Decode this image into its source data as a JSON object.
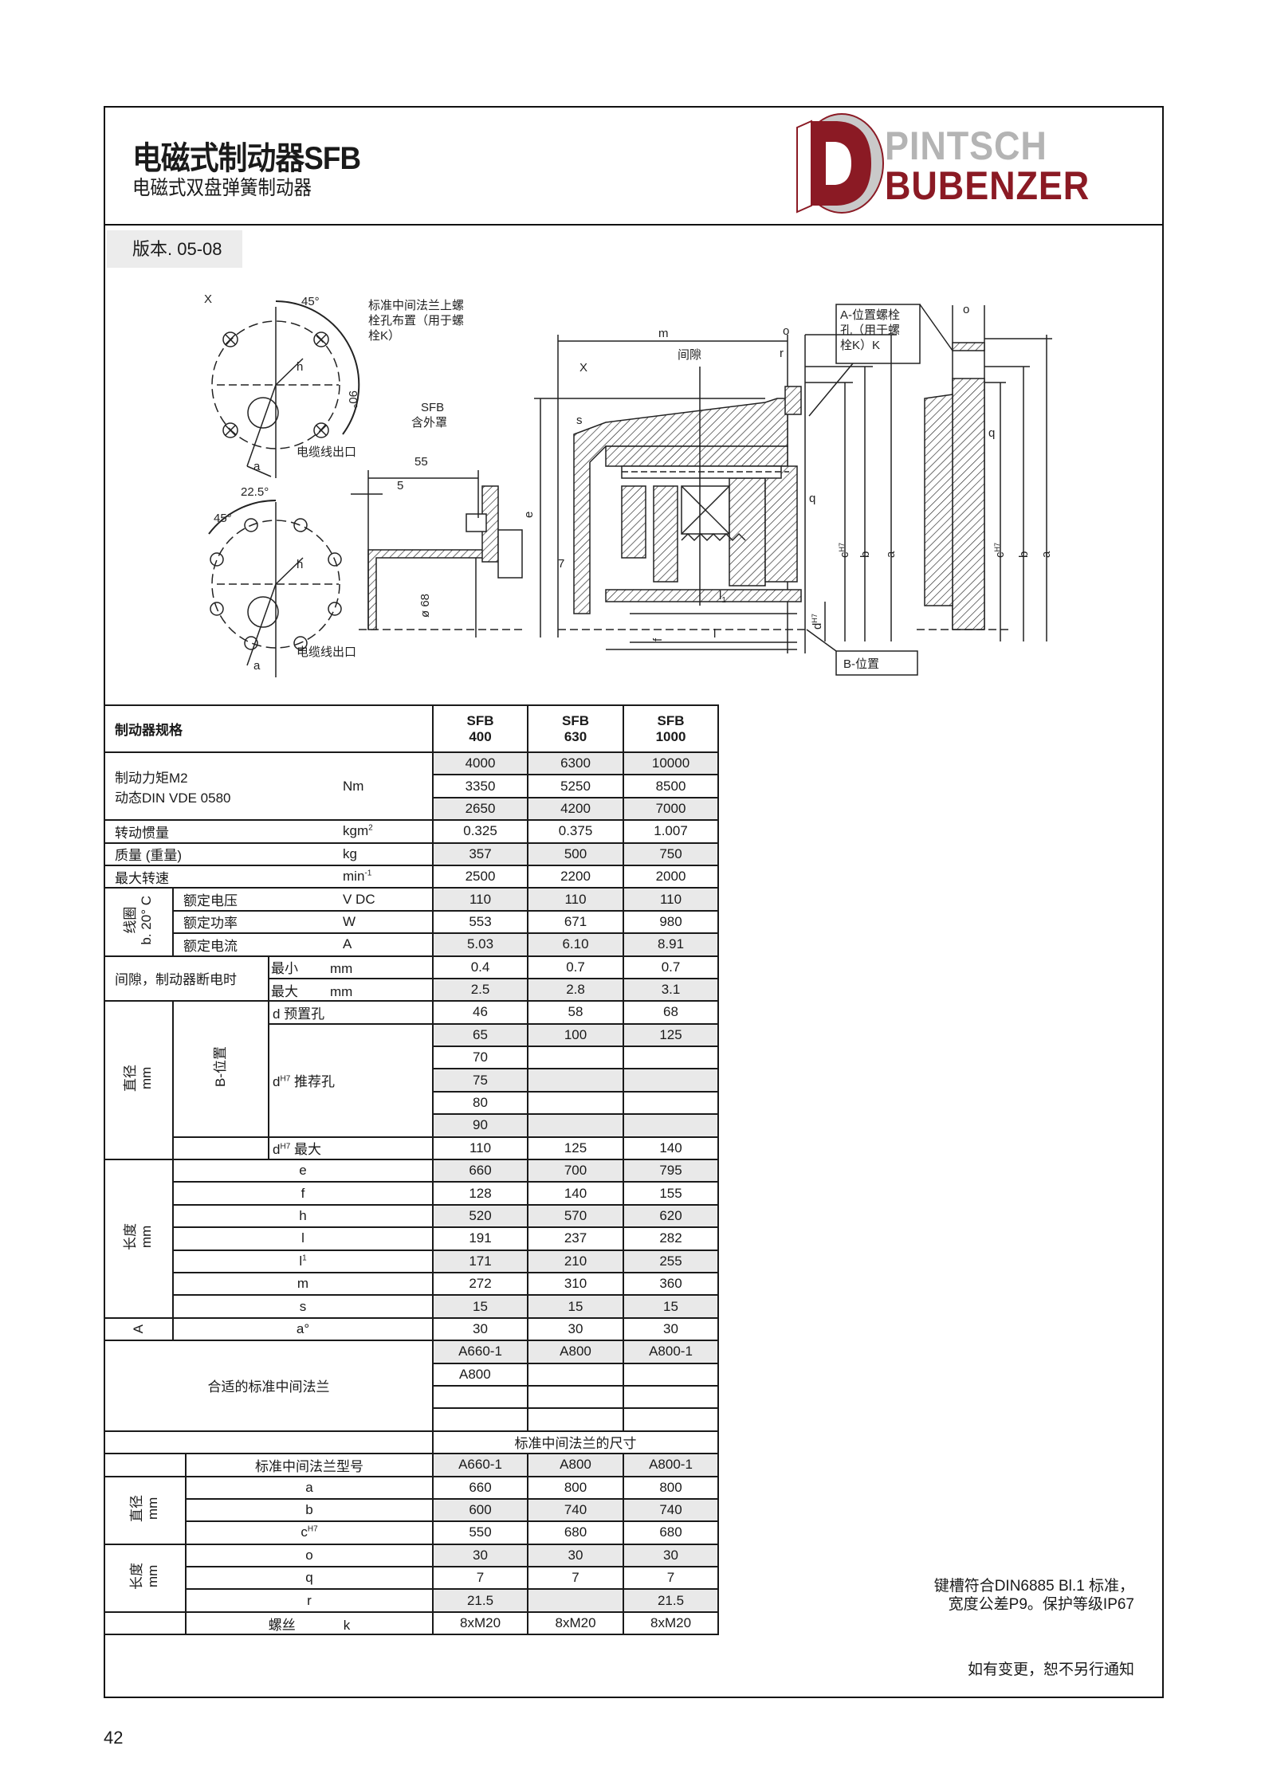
{
  "header": {
    "title": "电磁式制动器SFB",
    "subtitle": "电磁式双盘弹簧制动器",
    "version": "版本. 05-08",
    "logo_line1": "PINTSCH",
    "logo_line2": "BUBENZER",
    "brand_red": "#8b1a24",
    "brand_grey": "#b4b4b4"
  },
  "drawing": {
    "x_top": "X",
    "angle_45_top": "45°",
    "angle_90": "90°",
    "h_top": "h",
    "a_top": "a",
    "cable_top": "电缆线出口",
    "angle_225": "22.5°",
    "angle_45_bottom": "45°",
    "h_bottom": "h",
    "a_bottom": "a",
    "cable_bottom": "电缆线出口",
    "bolt_layout_label": [
      "标准中间法兰上螺",
      "栓孔布置（用于螺",
      "栓K）"
    ],
    "cover_label": [
      "SFB",
      "含外罩"
    ],
    "dim_55": "55",
    "dim_5": "5",
    "dim_phi68": "ø 68",
    "dim_m": "m",
    "dim_o": "o",
    "dim_r": "r",
    "gap_label": "间隙",
    "x_main": "X",
    "dim_s": "s",
    "dim_e": "e",
    "dim_7": "7",
    "dim_q": "q",
    "dim_l1": "l",
    "dim_l1_sub": "1",
    "dim_l": "l",
    "dim_f": "f",
    "dim_d": "d",
    "dim_c": "c",
    "h7": "H7",
    "dim_b": "b",
    "dim_a": "a",
    "a_position_label": [
      "A-位置螺栓",
      "孔（用于螺",
      "栓K）K"
    ],
    "b_position_label": "B-位置",
    "right_o": "o",
    "right_q": "q",
    "right_c": "c",
    "right_b": "b",
    "right_a": "a"
  },
  "specs": {
    "header_label": "制动器规格",
    "models": [
      {
        "line1": "SFB",
        "line2": "400"
      },
      {
        "line1": "SFB",
        "line2": "630"
      },
      {
        "line1": "SFB",
        "line2": "1000"
      }
    ],
    "torque": {
      "label1": "制动力矩M2",
      "label2": "动态DIN VDE 0580",
      "unit": "Nm",
      "rows": [
        [
          "4000",
          "6300",
          "10000"
        ],
        [
          "3350",
          "5250",
          "8500"
        ],
        [
          "2650",
          "4200",
          "7000"
        ]
      ]
    },
    "inertia": {
      "label": "转动惯量",
      "unit": "kgm",
      "unit_sup": "2",
      "values": [
        "0.325",
        "0.375",
        "1.007"
      ]
    },
    "mass": {
      "label": "质量 (重量)",
      "unit": "kg",
      "values": [
        "357",
        "500",
        "750"
      ]
    },
    "speed": {
      "label": "最大转速",
      "unit": "min",
      "unit_sup": "-1",
      "values": [
        "2500",
        "2200",
        "2000"
      ]
    },
    "coil": {
      "group_label": [
        "线圈",
        "b. 20° C"
      ],
      "voltage": {
        "label": "额定电压",
        "unit": "V DC",
        "values": [
          "110",
          "110",
          "110"
        ]
      },
      "power": {
        "label": "额定功率",
        "unit": "W",
        "values": [
          "553",
          "671",
          "980"
        ]
      },
      "current": {
        "label": "额定电流",
        "unit": "A",
        "values": [
          "5.03",
          "6.10",
          "8.91"
        ]
      }
    },
    "gap": {
      "label": "间隙，制动器断电时",
      "min": {
        "label": "最小",
        "unit": "mm",
        "values": [
          "0.4",
          "0.7",
          "0.7"
        ]
      },
      "max": {
        "label": "最大",
        "unit": "mm",
        "values": [
          "2.5",
          "2.8",
          "3.1"
        ]
      }
    },
    "diameter": {
      "group_label": [
        "直径",
        "mm"
      ],
      "position_label": "B-位置",
      "preset": {
        "label": "d 预置孔",
        "values": [
          "46",
          "58",
          "68"
        ]
      },
      "recommended_label": "推荐孔",
      "recommended": [
        [
          "65",
          "100",
          "125"
        ],
        [
          "70",
          "",
          ""
        ],
        [
          "75",
          "",
          ""
        ],
        [
          "80",
          "",
          ""
        ],
        [
          "90",
          "",
          ""
        ]
      ],
      "max_label": "最大",
      "max": {
        "values": [
          "110",
          "125",
          "140"
        ]
      },
      "d": "d",
      "h7": "H7"
    },
    "length": {
      "group_label": [
        "长度",
        "mm"
      ],
      "rows": [
        {
          "label": "e",
          "values": [
            "660",
            "700",
            "795"
          ]
        },
        {
          "label": "f",
          "values": [
            "128",
            "140",
            "155"
          ]
        },
        {
          "label": "h",
          "values": [
            "520",
            "570",
            "620"
          ]
        },
        {
          "label": "l",
          "values": [
            "191",
            "237",
            "282"
          ]
        },
        {
          "label": "l",
          "sup": "1",
          "values": [
            "171",
            "210",
            "255"
          ]
        },
        {
          "label": "m",
          "values": [
            "272",
            "310",
            "360"
          ]
        },
        {
          "label": "s",
          "values": [
            "15",
            "15",
            "15"
          ]
        }
      ]
    },
    "angle": {
      "group_label": "A",
      "label": "a°",
      "values": [
        "30",
        "30",
        "30"
      ]
    },
    "flanges": {
      "label": "合适的标准中间法兰",
      "rows": [
        [
          "A660-1",
          "A800",
          "A800-1"
        ],
        [
          "A800",
          "",
          ""
        ],
        [
          "",
          "",
          ""
        ],
        [
          "",
          "",
          ""
        ]
      ]
    }
  },
  "flange_dims": {
    "title": "标准中间法兰的尺寸",
    "type": {
      "label": "标准中间法兰型号",
      "values": [
        "A660-1",
        "A800",
        "A800-1"
      ]
    },
    "diameter": {
      "group_label": [
        "直径",
        "mm"
      ],
      "rows": [
        {
          "label": "a",
          "values": [
            "660",
            "800",
            "800"
          ]
        },
        {
          "label": "b",
          "values": [
            "600",
            "740",
            "740"
          ]
        },
        {
          "label": "c",
          "sup": "H7",
          "values": [
            "550",
            "680",
            "680"
          ]
        }
      ]
    },
    "length": {
      "group_label": [
        "长度",
        "mm"
      ],
      "rows": [
        {
          "label": "o",
          "values": [
            "30",
            "30",
            "30"
          ]
        },
        {
          "label": "q",
          "values": [
            "7",
            "7",
            "7"
          ]
        },
        {
          "label": "r",
          "values": [
            "21.5",
            "",
            "21.5"
          ]
        }
      ]
    },
    "screw": {
      "label": "螺丝",
      "letter": "k",
      "values": [
        "8xM20",
        "8xM20",
        "8xM20"
      ]
    }
  },
  "notes": {
    "keyway_line1": "键槽符合DIN6885 Bl.1 标准，",
    "keyway_line2": "宽度公差P9。保护等级IP67",
    "disclaimer": "如有变更，恕不另行通知"
  },
  "page_number": "42"
}
